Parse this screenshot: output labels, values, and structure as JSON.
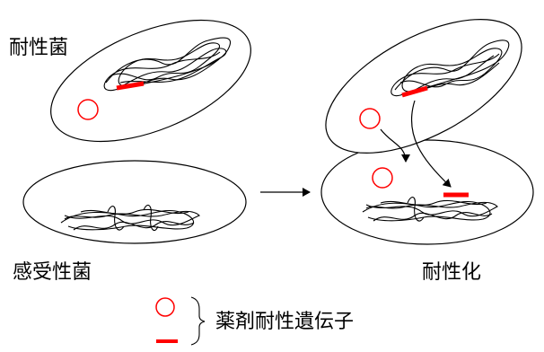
{
  "labels": {
    "resistant_bacterium": "耐性菌",
    "susceptible_bacterium": "感受性菌",
    "became_resistant": "耐性化",
    "legend_caption": "薬剤耐性遺伝子"
  },
  "colors": {
    "outline": "#000000",
    "resistance_gene": "#ff0000"
  },
  "icons": {
    "plasmid": "red-circle",
    "chromosomal_gene": "red-bar"
  }
}
